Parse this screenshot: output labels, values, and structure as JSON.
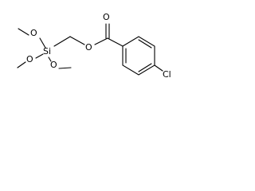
{
  "molecule": {
    "atoms": {
      "o_methoxy_top": "O",
      "o_methoxy_left": "O",
      "o_methoxy_bottom": "O",
      "silicon": "Si",
      "o_ester": "O",
      "o_carbonyl": "O",
      "chlorine": "Cl"
    }
  }
}
